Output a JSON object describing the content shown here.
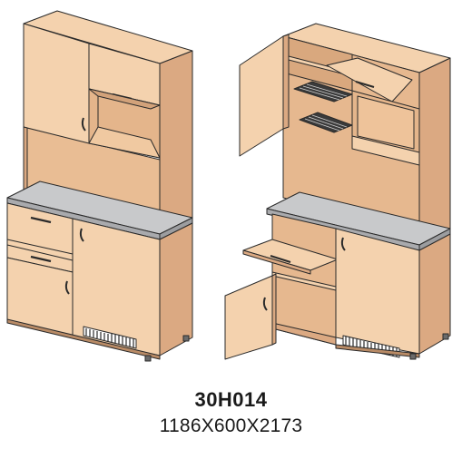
{
  "product": {
    "code": "30H014",
    "dimensions": "1186X600X2173"
  },
  "colors": {
    "wood_light": "#f4d2ae",
    "wood_mid": "#eec39a",
    "wood_dark": "#dba982",
    "countertop": "#c8c9cb",
    "countertop_edge": "#a9aaad",
    "outline": "#2a2a2a",
    "rack_dark": "#3a3a3a"
  },
  "views": [
    "closed-view",
    "open-view"
  ]
}
